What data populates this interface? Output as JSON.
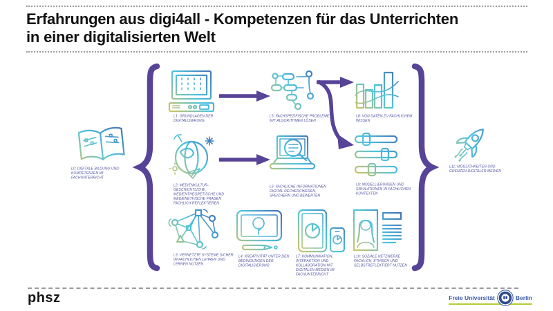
{
  "slide": {
    "title_line1": "Erfahrungen aus digi4all - Kompetenzen für das Unterrichten",
    "title_line2": "in einer digitalisierten Welt"
  },
  "nodes": {
    "l0": {
      "label": "L0: DIGITALE BILDUNG UND KOMPETENZEN IM FACHUNTERRICHT"
    },
    "l1": {
      "label": "L1: GRUNDLAGEN DER DIGITALISIERUNG"
    },
    "l2": {
      "label": "L2: MEDIENKULTUR- GESCHICHTLICHE, MEDIENTHEORETISCHE UND MEDIENETHISCHE FRAGEN FACHLICH REFLEKTIEREN"
    },
    "l3": {
      "label": "L3: VERNETZTE SYSTEME SICHER IM FACHLICHEN LEHREN UND LERNEN NUTZEN"
    },
    "l4": {
      "label": "L4: KREATIVITÄT UNTER DEN BEDINGUNGEN DER DIGITALISIERUNG"
    },
    "l5": {
      "label": "L5: FACHSPEZIFISCHE PROBLEME MIT ALGORITHMEN LÖSEN"
    },
    "l6": {
      "label": "L6: FACHLICHE INFORMATIONEN DIGITAL RECHERCHIEREN, SPEICHERN UND BEWERTEN"
    },
    "l7": {
      "label": "L7: KOMMUNIKATION, INTERAKTION UND KOLLABORATION MIT DIGITALEN MEDIEN IM FACHUNTERRICHT"
    },
    "l8": {
      "label": "L8: VON DATEN ZU FACHLICHEM WISSEN"
    },
    "l9": {
      "label": "L9: MODELLIERUNGEN UND SIMULATIONEN IN FACHLICHEN KONTEXTEN"
    },
    "l10": {
      "label": "L10: SOZIALE NETZWERKE FACHLICH, ETHISCH UND SELBSTREFLEKTIERT NUTZEN"
    },
    "l11": {
      "label": "L11: MÖGLICHKEITEN UND GRENZEN DIGITALER MEDIEN"
    }
  },
  "icons": {
    "l0": "open-book",
    "l1": "retro-computer",
    "l2": "globe-media",
    "l3": "network-graph",
    "l4": "tablet-drawing",
    "l5": "flowchart",
    "l6": "laptop-search",
    "l7": "tablet-and-phone",
    "l8": "bar-chart",
    "l9": "sliders",
    "l10": "profile-card",
    "l11": "rocket"
  },
  "footer": {
    "phsz": "phsz",
    "fu_name": "Freie Universität",
    "fu_city": "Berlin"
  },
  "colors": {
    "accent_purple": "#574397",
    "label_text": "#4f549f",
    "icon_gradient": [
      "#e9c44a",
      "#4fc3e0",
      "#3f5fae"
    ],
    "fu_blue": "#3d5ca8",
    "fu_green": "#b5cc33",
    "title_text": "#121212"
  }
}
